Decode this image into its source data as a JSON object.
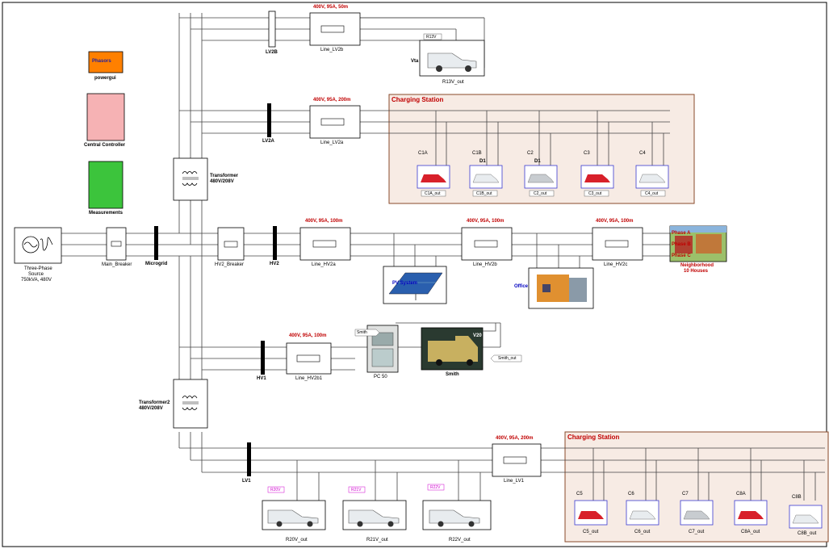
{
  "blocks": {
    "powergui": {
      "label": "Phasors",
      "name": "powergui",
      "color": "#ff8000"
    },
    "controller": {
      "name": "Central Controller",
      "color": "#f6b2b4"
    },
    "measurements": {
      "name": "Measurements",
      "color": "#3cc43c"
    },
    "source": {
      "name1": "Three-Phase",
      "name2": "Source",
      "name3": "750kVA, 480V"
    },
    "main_breaker": "Main_Breaker",
    "microgrid": "Microgrid",
    "hv2_breaker": "HV2_Breaker",
    "hv2": "HV2",
    "hv1": "HV1",
    "lv2a": "LV2A",
    "lv2b": "LV2B",
    "lv1": "LV1",
    "transformer": {
      "name": "Transformer",
      "rating": "480V/208V"
    },
    "transformer2": {
      "name": "Transformer2",
      "rating": "480V/208V"
    }
  },
  "lines": {
    "lv2b": {
      "rating": "400V, 95A, 50m",
      "name": "Line_LV2b"
    },
    "lv2a": {
      "rating": "400V, 95A, 200m",
      "name": "Line_LV2a"
    },
    "hv2a": {
      "rating": "400V, 95A, 100m",
      "name": "Line_HV2a"
    },
    "hv2b": {
      "rating": "400V, 95A, 100m",
      "name": "Line_HV2b"
    },
    "hv2c": {
      "rating": "400V, 95A, 100m",
      "name": "Line_HV2c"
    },
    "hv2b1": {
      "rating": "400V, 95A, 100m",
      "name": "Line_HV2b1"
    },
    "lv1": {
      "rating": "400V, 95A, 200m",
      "name": "Line_LV1"
    }
  },
  "loads": {
    "vta": {
      "name": "Vta",
      "tag": "R13V",
      "out": "R13V_out"
    },
    "pv": "PV System",
    "office": "Office",
    "neighborhood": {
      "name1": "Neighborhood",
      "name2": "10 Houses",
      "phases": [
        "Phase A",
        "Phase B",
        "Phase C"
      ]
    },
    "smith": {
      "name": "Smith",
      "tag": "Smith",
      "out": "Smith_out",
      "tag2": "V20"
    },
    "pc": "PC 50",
    "vans": [
      {
        "tag": "R20V",
        "out": "R20V_out"
      },
      {
        "tag": "R21V",
        "out": "R21V_out"
      },
      {
        "tag": "R22V",
        "out": "R22V_out"
      }
    ]
  },
  "station1": {
    "title": "Charging Station",
    "cars": [
      {
        "tag": "C1A",
        "out": "C1A_out",
        "sub": ""
      },
      {
        "tag": "C1B",
        "out": "C1B_out",
        "sub": "D1"
      },
      {
        "tag": "C2",
        "out": "C2_out",
        "sub": "D1"
      },
      {
        "tag": "C3",
        "out": "C3_out",
        "sub": ""
      },
      {
        "tag": "C4",
        "out": "C4_out",
        "sub": ""
      }
    ]
  },
  "station2": {
    "title": "Charging Station",
    "cars": [
      {
        "tag": "C5",
        "out": "C5_out"
      },
      {
        "tag": "C6",
        "out": "C6_out"
      },
      {
        "tag": "C7",
        "out": "C7_out"
      },
      {
        "tag": "C8A",
        "out": "C8A_out"
      },
      {
        "tag": "C8B",
        "out": "C8B_out"
      }
    ]
  },
  "colors": {
    "wire": "#444444",
    "bus": "#000000",
    "station_bg": "#f7ebe4",
    "station_border": "#8a4a2a",
    "car_red": "#d8202a",
    "car_white": "#e8ecef",
    "car_silver": "#c8ccd0"
  }
}
